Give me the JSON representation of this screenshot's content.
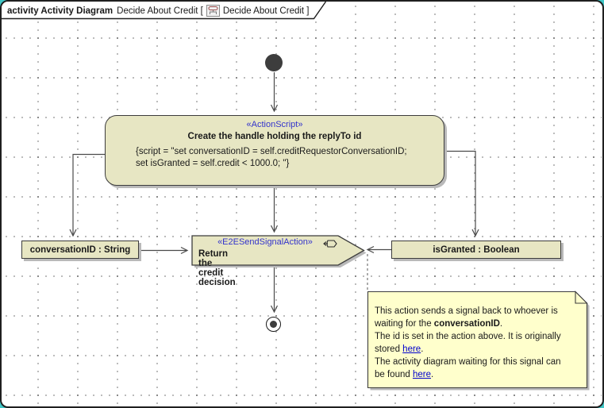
{
  "header": {
    "kind_label": "activity Activity Diagram",
    "diagram_name": "Decide About Credit [",
    "diagram_ref": "Decide About Credit ]",
    "icon": "activity-diagram-icon"
  },
  "action_node": {
    "stereotype": "«ActionScript»",
    "name": "Create the handle holding the replyTo id",
    "script_line1": "{script = \"set conversationID = self.creditRequestorConversationID;",
    "script_line2": "set isGranted = self.credit < 1000.0; \"}"
  },
  "send_signal_node": {
    "stereotype": "«E2ESendSignalAction»",
    "name": "Return the credit decision",
    "icon": "send-signal-icon"
  },
  "object_nodes": {
    "left_label": "conversationID : String",
    "right_label": "isGranted : Boolean"
  },
  "note": {
    "lines": [
      {
        "text": "This action sends a signal back to whoever is"
      },
      {
        "text": "waiting for the ",
        "bold": "conversationID",
        "tail": "."
      },
      {
        "text": "The id is set in the action above. It is originally"
      },
      {
        "text": "stored ",
        "link": "here",
        "tail": "."
      },
      {
        "text": "The activity diagram waiting for this signal can"
      },
      {
        "text": "be found ",
        "link": "here",
        "tail": "."
      }
    ]
  },
  "colors": {
    "node_fill": "#e7e6c3",
    "note_fill": "#ffffcc",
    "stereotype_text": "#3333cc",
    "link_text": "#0000cc",
    "edge": "#4a4a4a",
    "shadow": "#b9b9b9",
    "desktop": "#3fc7c7"
  }
}
